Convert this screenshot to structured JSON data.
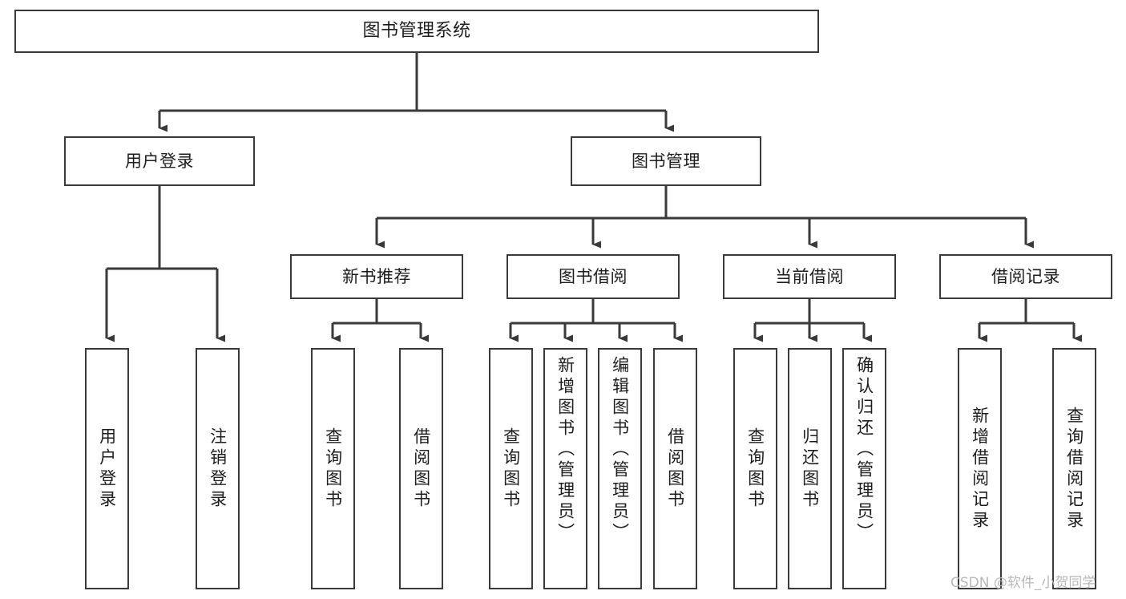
{
  "diagram": {
    "title": "图书管理系统",
    "type": "tree-hierarchy",
    "watermark": "CSDN @软件_小贺同学",
    "colors": {
      "background": "#ffffff",
      "box_border": "#3a3a3a",
      "connector": "#3a3a3a",
      "text": "#1d1d1d",
      "watermark": "#b8b8b8"
    },
    "nodes": {
      "root": "图书管理系统",
      "level2": {
        "user_login": "用户登录",
        "book_manage": "图书管理"
      },
      "level3": {
        "new_book_rec": "新书推荐",
        "book_borrow": "图书借阅",
        "current_borrow": "当前借阅",
        "borrow_record": "借阅记录"
      },
      "leaves": {
        "user_login_1": "用户登录",
        "user_login_2": "注销登录",
        "new_book_rec_1": "查询图书",
        "new_book_rec_2": "借阅图书",
        "book_borrow_1": "查询图书",
        "book_borrow_2": "新增图书（管理员）",
        "book_borrow_3": "编辑图书（管理员）",
        "book_borrow_4": "借阅图书",
        "current_borrow_1": "查询图书",
        "current_borrow_2": "归还图书",
        "current_borrow_3": "确认归还（管理员）",
        "borrow_record_1": "新增借阅记录",
        "borrow_record_2": "查询借阅记录"
      }
    }
  }
}
